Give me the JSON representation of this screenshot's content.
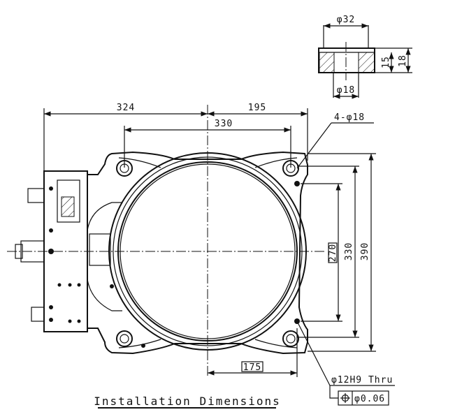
{
  "drawing": {
    "title": "Installation Dimensions",
    "dimensions": {
      "left_width": "324",
      "right_width": "195",
      "hole_span_horizontal": "330",
      "inner_vertical": "270",
      "hole_span_vertical": "330",
      "overall_vertical": "390",
      "bottom_offset": "175"
    },
    "callouts": {
      "mount_holes": "4-φ18",
      "pin_hole": "φ12H9 Thru",
      "position_tolerance": "φ0.06"
    },
    "section_detail": {
      "counterbore_dia": "φ32",
      "hole_dia": "φ18",
      "depth_inner": "15",
      "depth_total": "18"
    }
  }
}
